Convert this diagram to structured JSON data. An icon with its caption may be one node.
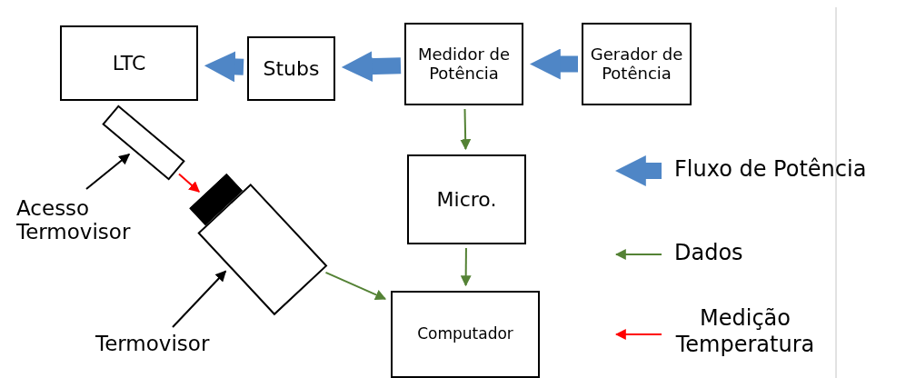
{
  "diagram": {
    "nodes": [
      {
        "text": [
          "LTC"
        ]
      },
      {
        "text": [
          "Stubs"
        ]
      },
      {
        "text": [
          "Medidor de Potência"
        ]
      },
      {
        "text": [
          "Gerador de Potência"
        ]
      },
      {
        "text": [
          "Micro."
        ]
      },
      {
        "text": [
          "Computador"
        ]
      },
      {
        "text": [],
        "shape": "box"
      },
      {
        "text": [],
        "shape": "camera"
      },
      {
        "text": [
          "Acesso Termovisor"
        ]
      },
      {
        "text": [
          "Termovisor"
        ]
      }
    ],
    "edges": [
      {
        "from": 3,
        "to": 2,
        "arrow": "to",
        "style": "thick",
        "color": "#4f86c6"
      },
      {
        "from": 2,
        "to": 1,
        "arrow": "to",
        "style": "thick",
        "color": "#4f86c6"
      },
      {
        "from": 1,
        "to": 0,
        "arrow": "to",
        "style": "thick",
        "color": "#4f86c6"
      },
      {
        "from": 2,
        "to": 4,
        "arrow": "to",
        "color": "#548235"
      },
      {
        "from": 4,
        "to": 5,
        "arrow": "to",
        "color": "#548235"
      },
      {
        "from": 7,
        "to": 5,
        "arrow": "to",
        "color": "#548235"
      },
      {
        "from": 6,
        "to": 7,
        "arrow": "to",
        "color": "#ff0000"
      },
      {
        "from": 8,
        "to": 6,
        "arrow": "to",
        "color": "#000000"
      },
      {
        "from": 9,
        "to": 7,
        "arrow": "to",
        "color": "#000000"
      }
    ],
    "legend": [
      {
        "text": "Fluxo de Potência"
      },
      {
        "text": "Dados"
      },
      {
        "text": "Medição Temperatura"
      }
    ]
  }
}
